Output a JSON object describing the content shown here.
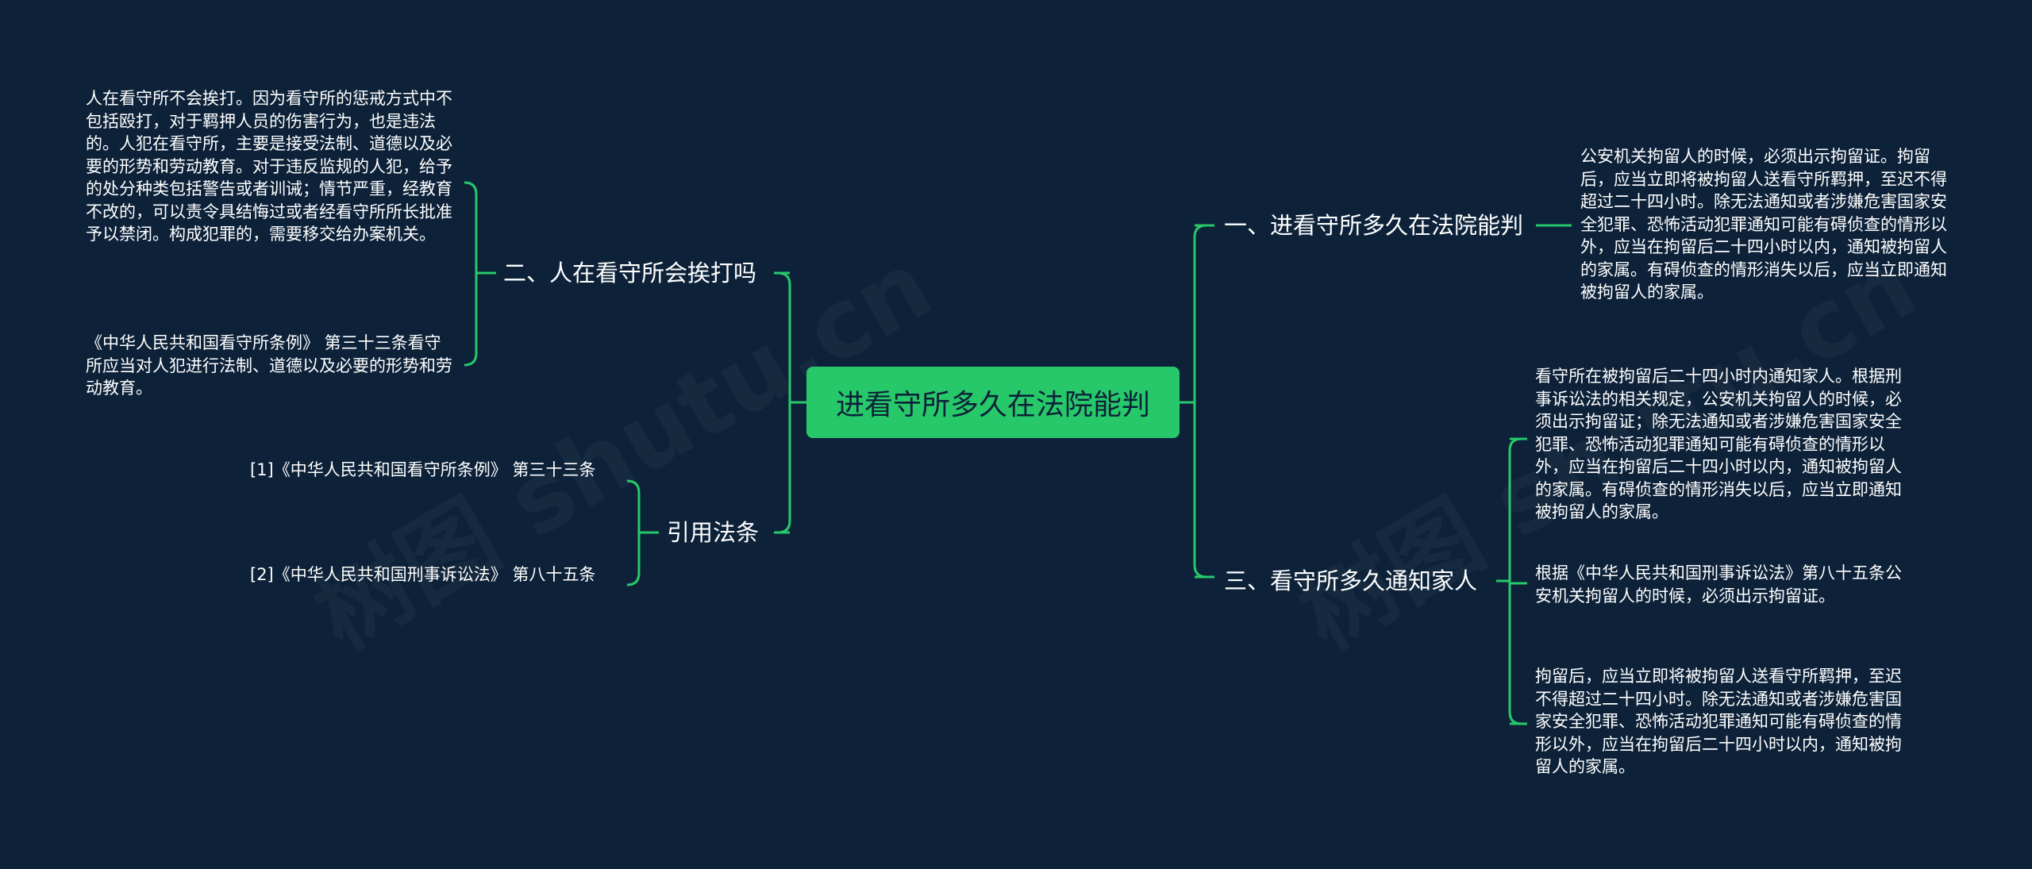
{
  "watermark": "树图 shutu.cn",
  "root": {
    "label": "进看守所多久在法院能判"
  },
  "branches": {
    "b1": {
      "label": "一、进看守所多久在法院能判",
      "leaves": [
        "公安机关拘留人的时候，必须出示拘留证。拘留后，应当立即将被拘留人送看守所羁押，至迟不得超过二十四小时。除无法通知或者涉嫌危害国家安全犯罪、恐怖活动犯罪通知可能有碍侦查的情形以外，应当在拘留后二十四小时以内，通知被拘留人的家属。有碍侦查的情形消失以后，应当立即通知被拘留人的家属。"
      ]
    },
    "b2": {
      "label": "三、看守所多久通知家人",
      "leaves": [
        "看守所在被拘留后二十四小时内通知家人。根据刑事诉讼法的相关规定，公安机关拘留人的时候，必须出示拘留证；除无法通知或者涉嫌危害国家安全犯罪、恐怖活动犯罪通知可能有碍侦查的情形以外，应当在拘留后二十四小时以内，通知被拘留人的家属。有碍侦查的情形消失以后，应当立即通知被拘留人的家属。",
        "根据《中华人民共和国刑事诉讼法》第八十五条公安机关拘留人的时候，必须出示拘留证。",
        "拘留后，应当立即将被拘留人送看守所羁押，至迟不得超过二十四小时。除无法通知或者涉嫌危害国家安全犯罪、恐怖活动犯罪通知可能有碍侦查的情形以外，应当在拘留后二十四小时以内，通知被拘留人的家属。"
      ]
    },
    "b3": {
      "label": "二、人在看守所会挨打吗",
      "leaves": [
        "人在看守所不会挨打。因为看守所的惩戒方式中不包括殴打，对于羁押人员的伤害行为，也是违法的。人犯在看守所，主要是接受法制、道德以及必要的形势和劳动教育。对于违反监规的人犯，给予的处分种类包括警告或者训诫；情节严重，经教育不改的，可以责令具结悔过或者经看守所所长批准予以禁闭。构成犯罪的，需要移交给办案机关。",
        "《中华人民共和国看守所条例》 第三十三条看守所应当对人犯进行法制、道德以及必要的形势和劳动教育。"
      ]
    },
    "b4": {
      "label": "引用法条",
      "leaves": [
        "[1]《中华人民共和国看守所条例》 第三十三条",
        "[2]《中华人民共和国刑事诉讼法》 第八十五条"
      ]
    }
  },
  "colors": {
    "background": "#0d2239",
    "accent": "#27c86a",
    "text": "#ffffff"
  }
}
